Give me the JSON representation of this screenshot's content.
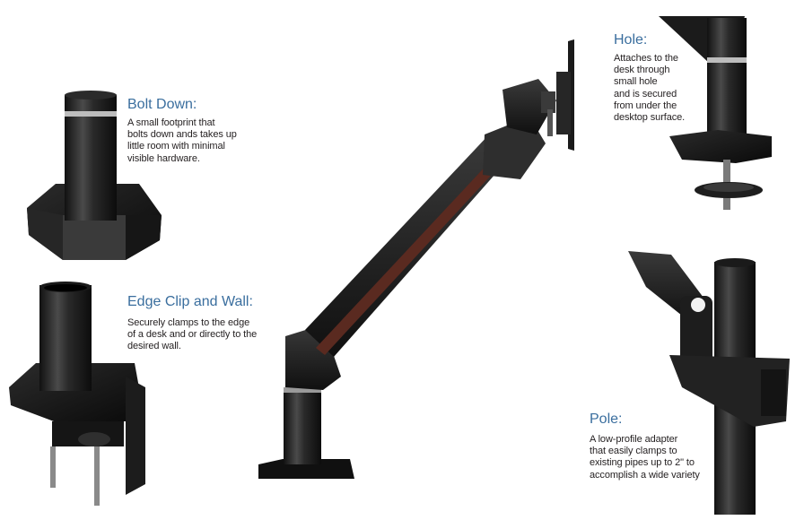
{
  "sections": {
    "bolt_down": {
      "title": "Bolt Down:",
      "lines": [
        "A small footprint that",
        "bolts down ands takes up",
        "little room  with minimal",
        "visible hardware."
      ]
    },
    "edge_clip": {
      "title": "Edge Clip and Wall:",
      "lines": [
        "Securely clamps to the edge",
        "of a desk and or directly to the",
        "desired wall."
      ]
    },
    "hole": {
      "title": "Hole:",
      "lines": [
        "Attaches to the",
        "desk through",
        "small hole",
        "and is secured",
        "from under the",
        "desktop surface."
      ]
    },
    "pole": {
      "title": "Pole:",
      "lines": [
        "A low-profile adapter",
        "that easily clamps to",
        "existing pipes up to 2\" to",
        "accomplish a wide variety"
      ]
    }
  },
  "colors": {
    "heading": "#3a6e9e",
    "text": "#231f20",
    "metal_dark": "#1b1b1b",
    "metal_mid": "#3a3a3a",
    "metal_light": "#707070",
    "accent_red": "#5a2a20"
  }
}
